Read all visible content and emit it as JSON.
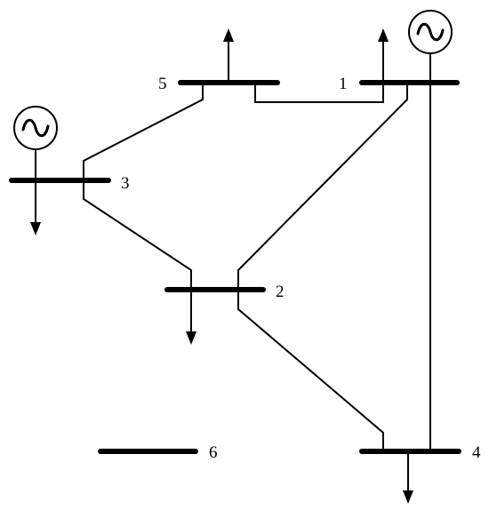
{
  "diagram": {
    "buses": [
      {
        "id": "bus-1",
        "label": "1"
      },
      {
        "id": "bus-2",
        "label": "2"
      },
      {
        "id": "bus-3",
        "label": "3"
      },
      {
        "id": "bus-4",
        "label": "4"
      },
      {
        "id": "bus-5",
        "label": "5"
      },
      {
        "id": "bus-6",
        "label": "6"
      }
    ],
    "branches": [
      {
        "from": "5",
        "to": "1"
      },
      {
        "from": "5",
        "to": "3"
      },
      {
        "from": "3",
        "to": "2"
      },
      {
        "from": "1",
        "to": "2"
      },
      {
        "from": "1",
        "to": "4"
      },
      {
        "from": "2",
        "to": "4"
      }
    ],
    "generators": [
      "1",
      "3"
    ],
    "loads": [
      "1",
      "2",
      "3",
      "4",
      "5"
    ],
    "colors": {
      "line": "#000000",
      "background": "#ffffff"
    },
    "icons": {
      "generator": "ac-generator-icon",
      "load": "load-arrow-icon"
    }
  }
}
